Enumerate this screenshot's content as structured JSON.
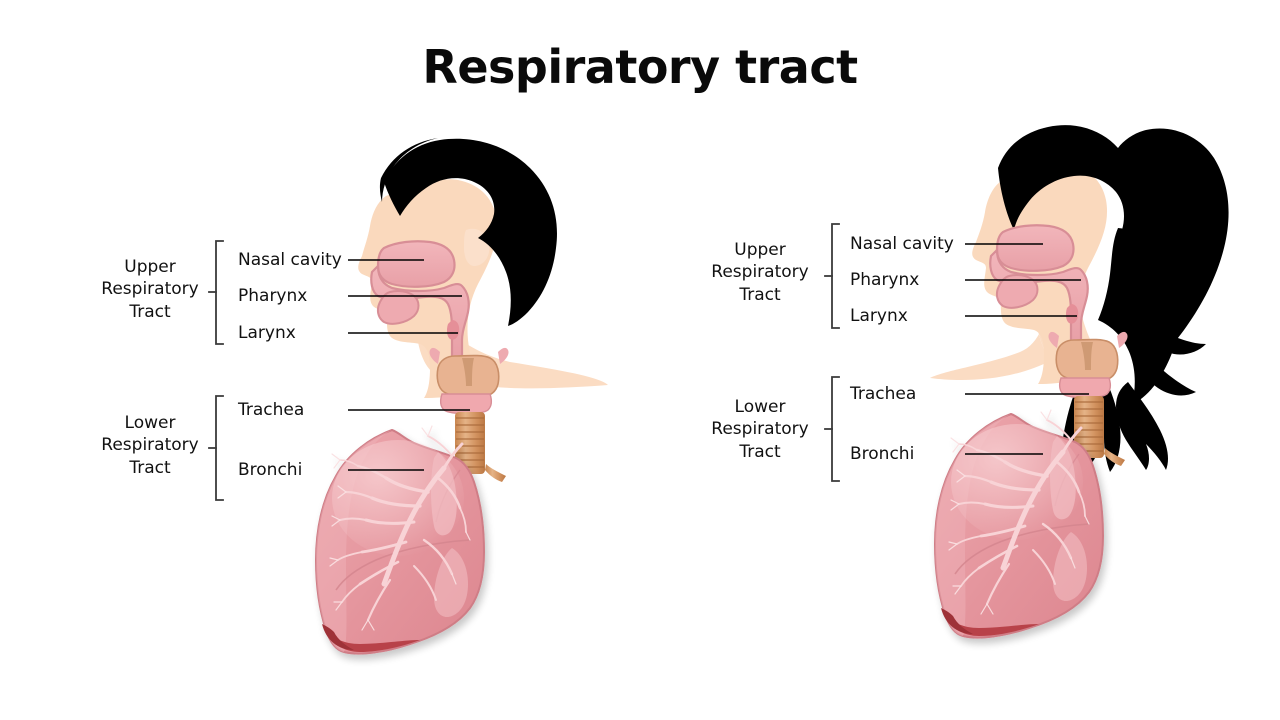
{
  "page": {
    "title": "Respiratory tract",
    "background_color": "#ffffff",
    "text_color": "#111111"
  },
  "palette": {
    "hair_black": "#000000",
    "skin": "#fad9bd",
    "skin_light": "#fbe0cb",
    "skin_shadow": "#f6cdab",
    "airway_pink": "#eeaab0",
    "airway_pink_dark": "#e0878f",
    "airway_pink_light": "#f6c9cc",
    "lung_pink": "#e4949c",
    "lung_pink_light": "#efb2b8",
    "lung_highlight": "#f5c4c8",
    "lung_edge_red": "#b8434a",
    "trachea_tan": "#cf8f60",
    "trachea_tan_light": "#e3b089",
    "cartilage_tan": "#e8b391",
    "leader_line": "#000000",
    "bracket": "#3a3a3a"
  },
  "figures": [
    {
      "id": "male-figure",
      "name": "male-anatomy-figure",
      "gender_label": "male",
      "groups": [
        {
          "id": "upper",
          "name": "upper-respiratory-tract-group",
          "group_label": "Upper\nRespiratory\nTract",
          "items": [
            {
              "name": "label-nasal-cavity",
              "text": "Nasal cavity"
            },
            {
              "name": "label-pharynx",
              "text": "Pharynx"
            },
            {
              "name": "label-larynx",
              "text": "Larynx"
            }
          ]
        },
        {
          "id": "lower",
          "name": "lower-respiratory-tract-group",
          "group_label": "Lower\nRespiratory\nTract",
          "items": [
            {
              "name": "label-trachea",
              "text": "Trachea"
            },
            {
              "name": "label-bronchi",
              "text": "Bronchi"
            }
          ]
        }
      ]
    },
    {
      "id": "female-figure",
      "name": "female-anatomy-figure",
      "gender_label": "female",
      "groups": [
        {
          "id": "upper",
          "name": "upper-respiratory-tract-group",
          "group_label": "Upper\nRespiratory\nTract",
          "items": [
            {
              "name": "label-nasal-cavity",
              "text": "Nasal cavity"
            },
            {
              "name": "label-pharynx",
              "text": "Pharynx"
            },
            {
              "name": "label-larynx",
              "text": "Larynx"
            }
          ]
        },
        {
          "id": "lower",
          "name": "lower-respiratory-tract-group",
          "group_label": "Lower\nRespiratory\nTract",
          "items": [
            {
              "name": "label-trachea",
              "text": "Trachea"
            },
            {
              "name": "label-bronchi",
              "text": "Bronchi"
            }
          ]
        }
      ]
    }
  ],
  "left": {
    "upper_group": "Upper\nRespiratory\nTract",
    "lower_group": "Lower\nRespiratory\nTract",
    "nasal_cavity": "Nasal cavity",
    "pharynx": "Pharynx",
    "larynx": "Larynx",
    "trachea": "Trachea",
    "bronchi": "Bronchi"
  },
  "right": {
    "upper_group": "Upper\nRespiratory\nTract",
    "lower_group": "Lower\nRespiratory\nTract",
    "nasal_cavity": "Nasal cavity",
    "pharynx": "Pharynx",
    "larynx": "Larynx",
    "trachea": "Trachea",
    "bronchi": "Bronchi"
  }
}
